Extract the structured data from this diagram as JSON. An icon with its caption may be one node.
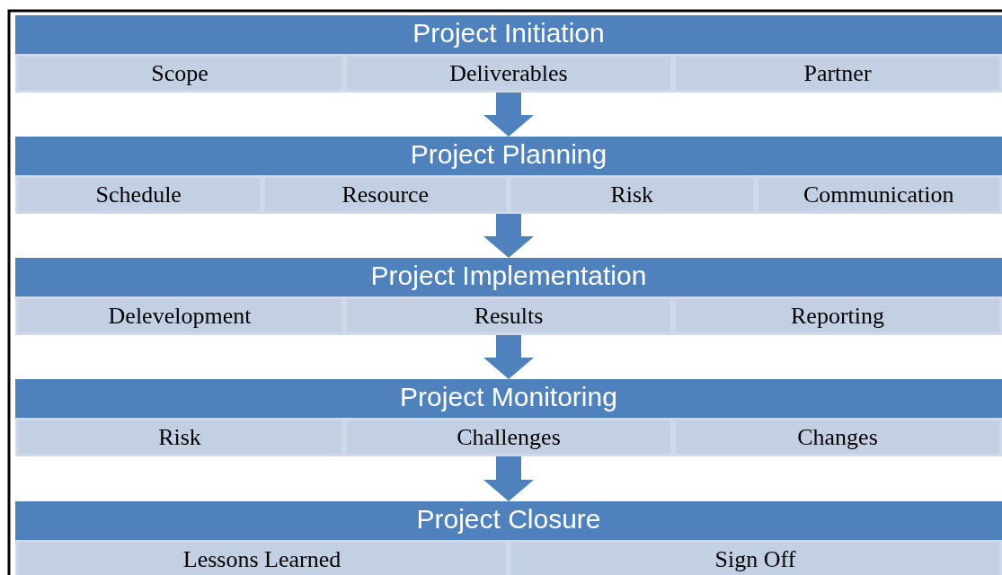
{
  "diagram": {
    "nodes": [
      {
        "text": [
          "Project Initiation"
        ]
      },
      {
        "text": [
          "Scope"
        ],
        "in": 0
      },
      {
        "text": [
          "Deliverables"
        ],
        "in": 0
      },
      {
        "text": [
          "Partner"
        ],
        "in": 0
      },
      {
        "text": [
          "Project Planning"
        ]
      },
      {
        "text": [
          "Schedule"
        ],
        "in": 4
      },
      {
        "text": [
          "Resource"
        ],
        "in": 4
      },
      {
        "text": [
          "Risk"
        ],
        "in": 4
      },
      {
        "text": [
          "Communication"
        ],
        "in": 4
      },
      {
        "text": [
          "Project Implementation"
        ]
      },
      {
        "text": [
          "Delevelopment"
        ],
        "in": 9
      },
      {
        "text": [
          "Results"
        ],
        "in": 9
      },
      {
        "text": [
          "Reporting"
        ],
        "in": 9
      },
      {
        "text": [
          "Project Monitoring"
        ]
      },
      {
        "text": [
          "Risk"
        ],
        "in": 13
      },
      {
        "text": [
          "Challenges"
        ],
        "in": 13
      },
      {
        "text": [
          "Changes"
        ],
        "in": 13
      },
      {
        "text": [
          "Project Closure"
        ]
      },
      {
        "text": [
          "Lessons Learned"
        ],
        "in": 17
      },
      {
        "text": [
          "Sign Off"
        ],
        "in": 17
      }
    ],
    "edges": [
      {
        "from": 0,
        "to": 4,
        "arrow": "to"
      },
      {
        "from": 4,
        "to": 9,
        "arrow": "to"
      },
      {
        "from": 9,
        "to": 13,
        "arrow": "to"
      },
      {
        "from": 13,
        "to": 17,
        "arrow": "to"
      }
    ]
  }
}
